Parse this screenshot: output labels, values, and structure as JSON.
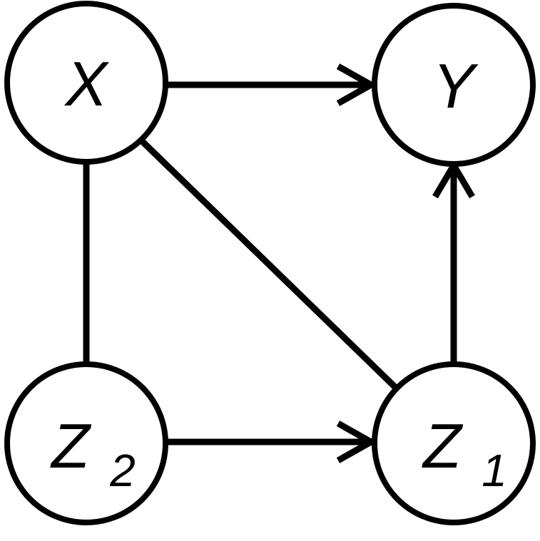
{
  "diagram": {
    "type": "directed-mixed-graph",
    "colors": {
      "stroke": "#000000",
      "node_fill": "#ffffff",
      "background": "#ffffff"
    },
    "nodes": [
      {
        "id": "X",
        "label": "X",
        "subscript": ""
      },
      {
        "id": "Y",
        "label": "Y",
        "subscript": ""
      },
      {
        "id": "Z2",
        "label": "Z",
        "subscript": "2"
      },
      {
        "id": "Z1",
        "label": "Z",
        "subscript": "1"
      }
    ],
    "edges": [
      {
        "from": "X",
        "to": "Y",
        "directed": true
      },
      {
        "from": "X",
        "to": "Z2",
        "directed": false
      },
      {
        "from": "X",
        "to": "Z1",
        "directed": false
      },
      {
        "from": "Z2",
        "to": "Z1",
        "directed": true
      },
      {
        "from": "Z1",
        "to": "Y",
        "directed": true
      }
    ]
  }
}
